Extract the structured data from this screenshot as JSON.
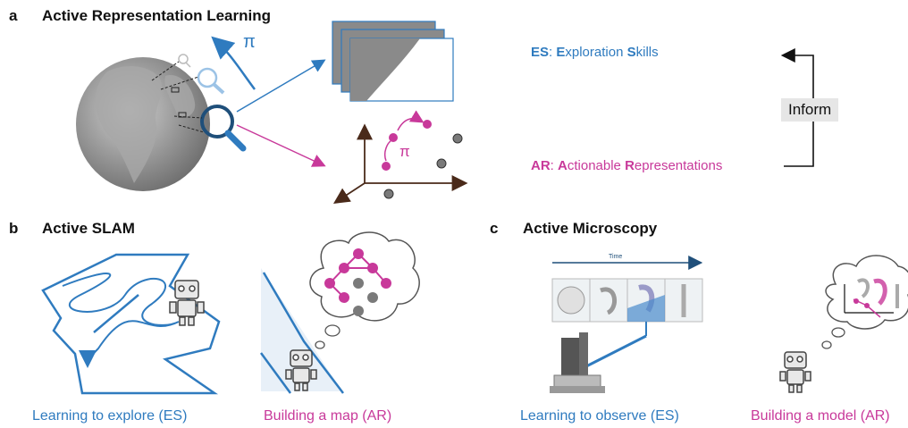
{
  "panel_a": {
    "letter": "a",
    "title": "Active Representation Learning",
    "pi_top": "π",
    "pi_graph": "π",
    "es_prefix": "ES",
    "es_sep": ": ",
    "es_word1_initial": "E",
    "es_word1_rest": "xploration ",
    "es_word2_initial": "S",
    "es_word2_rest": "kills",
    "ar_prefix": "AR",
    "ar_sep": ": ",
    "ar_word1_initial": "A",
    "ar_word1_rest": "ctionable ",
    "ar_word2_initial": "R",
    "ar_word2_rest": "epresentations",
    "inform_label": "Inform"
  },
  "panel_b": {
    "letter": "b",
    "title": "Active SLAM",
    "caption_es": "Learning to explore (ES)",
    "caption_ar": "Building a map (AR)"
  },
  "panel_c": {
    "letter": "c",
    "title": "Active Microscopy",
    "time_label": "Time",
    "caption_es": "Learning to observe (ES)",
    "caption_ar": "Building a model (AR)"
  },
  "colors": {
    "blue": "#2f7bbf",
    "pink": "#c8399a",
    "dark_blue": "#1f4f7a",
    "gray_node": "#7a7a7a"
  }
}
